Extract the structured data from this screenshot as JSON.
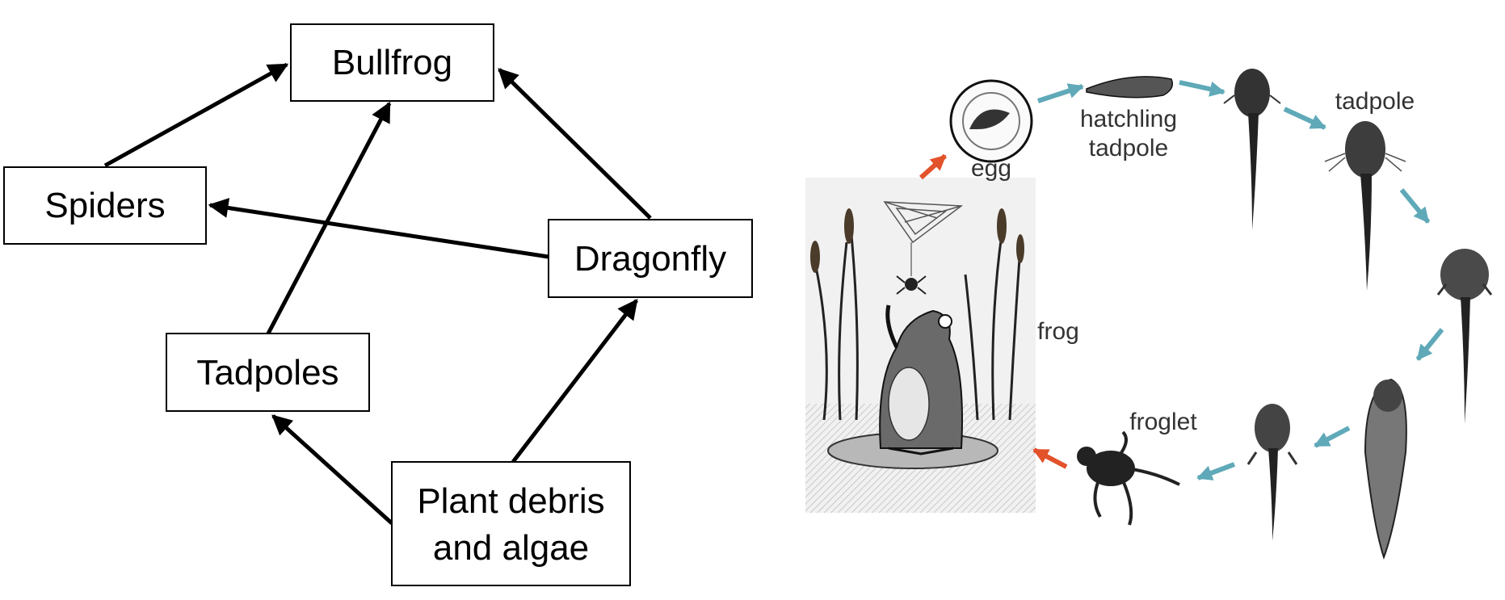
{
  "food_web": {
    "nodes": {
      "bullfrog": "Bullfrog",
      "spiders": "Spiders",
      "dragonfly": "Dragonfly",
      "tadpoles": "Tadpoles",
      "plant_line1": "Plant debris",
      "plant_line2": "and algae"
    },
    "arrows": [
      {
        "from": "Spiders",
        "to": "Bullfrog"
      },
      {
        "from": "Tadpoles",
        "to": "Bullfrog"
      },
      {
        "from": "Dragonfly",
        "to": "Bullfrog"
      },
      {
        "from": "Dragonfly",
        "to": "Spiders"
      },
      {
        "from": "Plant debris and algae",
        "to": "Tadpoles"
      },
      {
        "from": "Plant debris and algae",
        "to": "Dragonfly"
      }
    ]
  },
  "life_cycle": {
    "labels": {
      "egg": "egg",
      "hatchling_line1": "hatchling",
      "hatchling_line2": "tadpole",
      "tadpole": "tadpole",
      "frog": "frog",
      "froglet": "froglet"
    },
    "colors": {
      "teal_arrow": "#5fa9b8",
      "red_arrow": "#e2522b"
    }
  }
}
